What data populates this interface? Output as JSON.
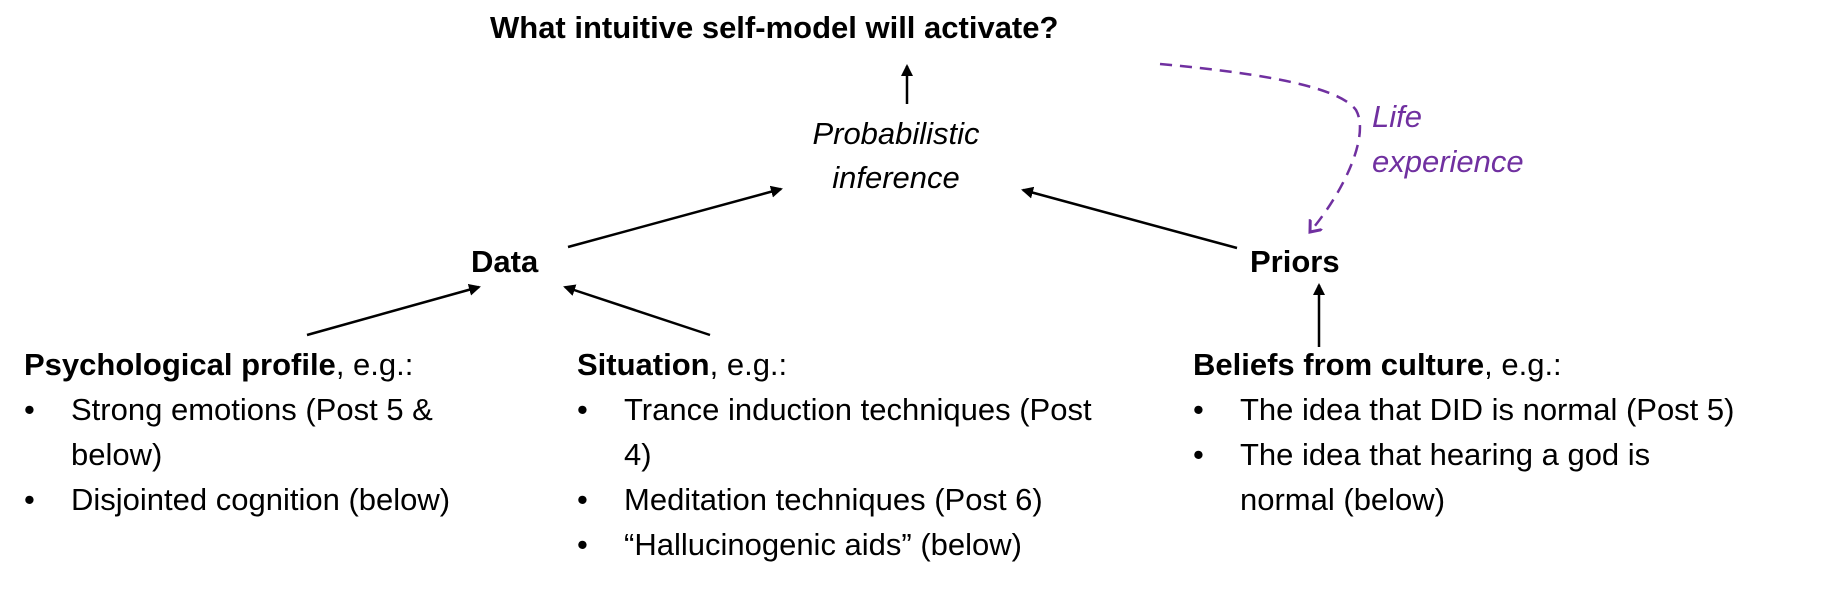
{
  "diagram": {
    "title": "What intuitive self-model will activate?",
    "inference_label": "Probabilistic inference",
    "data_label": "Data",
    "priors_label": "Priors",
    "life_experience_label": "Life experience",
    "groups": {
      "psychological": {
        "heading": "Psychological profile",
        "suffix": ", e.g.:",
        "items": [
          "Strong emotions (Post 5 & below)",
          "Disjointed cognition (below)"
        ]
      },
      "situation": {
        "heading": "Situation",
        "suffix": ", e.g.:",
        "items": [
          "Trance induction techniques (Post 4)",
          "Meditation techniques (Post 6)",
          "“Hallucinogenic aids” (below)"
        ]
      },
      "beliefs": {
        "heading": "Beliefs from culture",
        "suffix": ", e.g.:",
        "items": [
          "The idea that DID is normal (Post 5)",
          "The idea that hearing a god is normal (below)"
        ]
      }
    },
    "colors": {
      "text": "#000000",
      "arrow": "#000000",
      "life_experience": "#7030a0"
    }
  }
}
